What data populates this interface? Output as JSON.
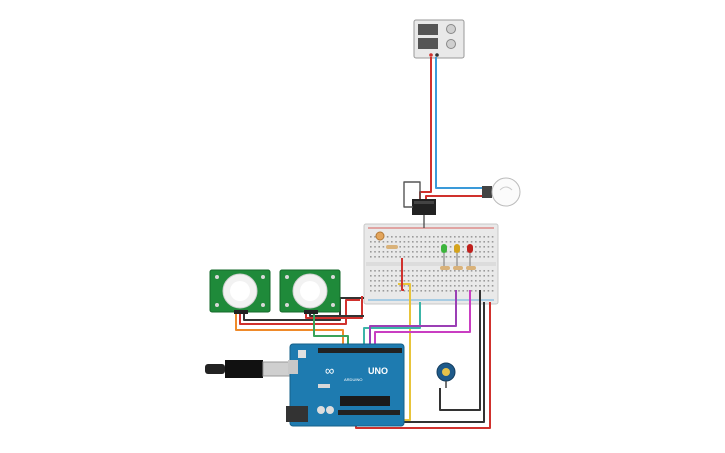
{
  "arduino": {
    "brand": "ARDUINO",
    "model": "UNO",
    "mark": "∞"
  },
  "pir_sensors": [
    {
      "id": "pir-left"
    },
    {
      "id": "pir-right"
    }
  ],
  "leds": [
    {
      "color": "#3cb43c"
    },
    {
      "color": "#d4a31c"
    },
    {
      "color": "#c0201c"
    }
  ],
  "colors": {
    "wire_red": "#d0312d",
    "wire_blue": "#3a9ad9",
    "wire_black": "#333333",
    "wire_yellow": "#e8c43a",
    "wire_orange": "#ef8a2a",
    "wire_green": "#3aa35a",
    "wire_purple": "#9b3fb5",
    "wire_magenta": "#c93ec2",
    "wire_teal": "#3cb5a8",
    "board_blue": "#1e7bb0",
    "pcb_green": "#1f8a3a"
  }
}
